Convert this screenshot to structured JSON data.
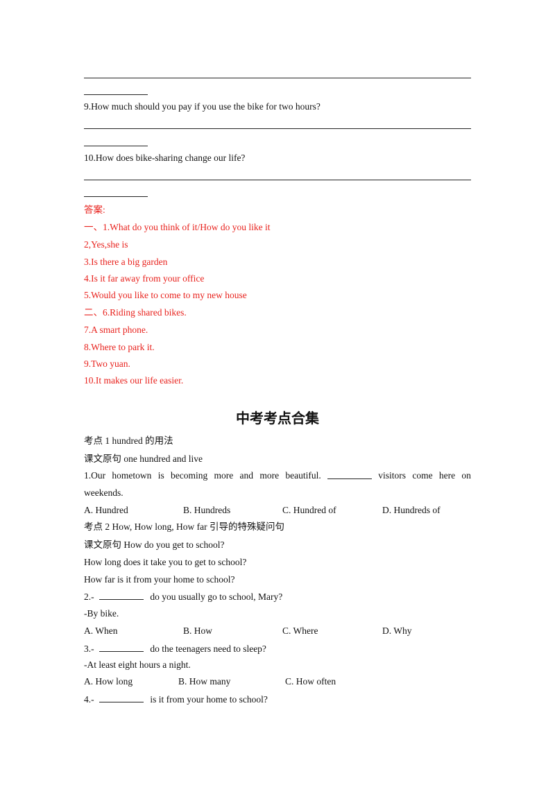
{
  "questions": {
    "q9": "9.How much should you pay if you  use the  bike for two hours?",
    "q10": "10.How does bike-sharing change our life?"
  },
  "answers": {
    "heading": "答案:",
    "items": [
      "一、1.What do you think of it/How do you  like it",
      "2,Yes,she is",
      "3.Is there a big garden",
      "4.Is it far away from your office",
      "5.Would you like to come to my new house",
      "二、6.Riding shared bikes.",
      "7.A smart phone.",
      "8.Where to park it.",
      "9.Two yuan.",
      "10.It makes our life easier."
    ]
  },
  "section_title": "中考考点合集",
  "point1": {
    "heading": "考点 1  hundred 的用法",
    "source": "课文原句  one hundred and live",
    "q1_start": "1.Our",
    "q1_words": [
      "hometown",
      "is",
      "becoming",
      "more",
      "and",
      "more",
      "beautiful."
    ],
    "q1_end": [
      "visitors",
      "come",
      "here",
      "on"
    ],
    "q1_line2": "weekends.",
    "options": [
      "A.  Hundred",
      "B.  Hundreds",
      "C.  Hundred of",
      "D. Hundreds of"
    ]
  },
  "point2": {
    "heading": "考点 2  How,  How long,  How far 引导的特殊疑问句",
    "source": "课文原句 How do you get to school?",
    "line2": "How long does it take you to get to school?",
    "line3": "How far is it from your home to school?",
    "q2_pre": "2.-",
    "q2_post": "do you usually go to school,  Mary?",
    "q2_reply": "-By bike.",
    "q2_options": [
      "A.  When",
      "B.  How",
      "C.  Where",
      "D.  Why"
    ],
    "q3_pre": "3.-",
    "q3_post": "do the teenagers need to sleep?",
    "q3_reply": "-At least eight hours a night.",
    "q3_options": [
      "A.  How long",
      "B.  How many",
      "C.  How often"
    ],
    "q4_pre": "4.-",
    "q4_post": "is it from your home to school?"
  }
}
